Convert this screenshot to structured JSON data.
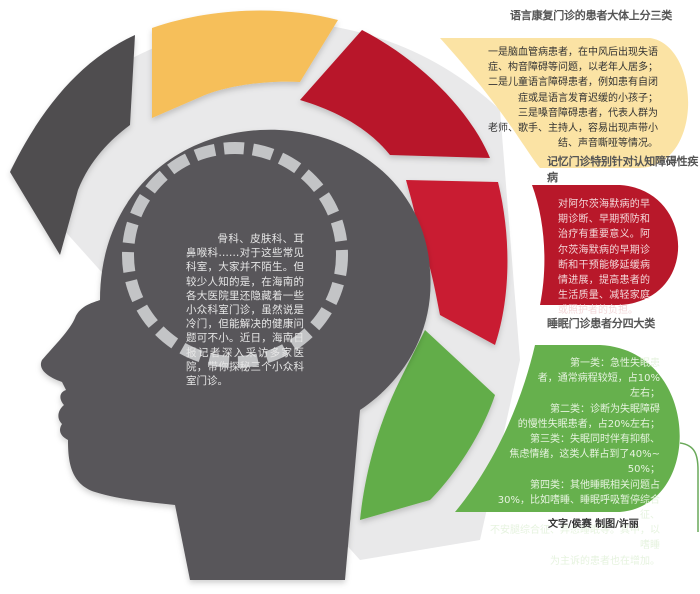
{
  "infographic": {
    "colors": {
      "head_gray": "#59575a",
      "segment_dark_gray": "#4f4d50",
      "segment_yellow": "#f6bf5a",
      "segment_red_top": "#b81729",
      "segment_red_mid": "#c91d30",
      "segment_green": "#62ad4a",
      "panel_yellow": "#fbe3a4",
      "panel_red": "#b8182a",
      "panel_green": "#66b04d",
      "arrow_light_gray": "#c3c4c6",
      "divider_gray": "#dcdcdc"
    },
    "intro": {
      "icon": "circular-dashed-arrows-icon",
      "text": "骨科、皮肤科、耳鼻喉科……对于这些常见科室，大家并不陌生。但较少人知的是，在海南的各大医院里还隐藏着一些小众科室门诊，虽然说是冷门，但能解决的健康问题可不小。近日，海南日报记者深入采访多家医院，带你探秘三个小众科室门诊。"
    },
    "sections": [
      {
        "heading": "语言康复门诊的患者大体上分三类",
        "lines": [
          "一是脑血管病患者，在中风后出现失语",
          "症、构音障碍等问题，以老年人居多；",
          "二是儿童语言障碍患者，例如患有自闭",
          "症或是语言发育迟缓的小孩子；",
          "三是嗓音障碍患者，代表人群为",
          "老师、歌手、主持人，容易出现声带小",
          "结、声音嘶哑等情况。"
        ]
      },
      {
        "heading": "记忆门诊特别针对认知障碍性疾病",
        "text": "对阿尔茨海默病的早期诊断、早期预防和治疗有重要意义。阿尔茨海默病的早期诊断和干预能够延缓病情进展，提高患者的生活质量、减轻家庭或照护者的负担。"
      },
      {
        "heading": "睡眠门诊患者分四大类",
        "lines": [
          "第一类：急性失眠患",
          "者，通常病程较短，占10%",
          "左右；",
          "第二类：诊断为失眠障碍",
          "的慢性失眠患者，占20%左右；",
          "第三类：失眠同时伴有抑郁、",
          "焦虑情绪，这类人群占到了40%~",
          "50%；",
          "第四类：其他睡眠相关问题占",
          "30%，比如嗜睡、睡眠呼吸暂停综合征、",
          "不安腿综合征、异态睡眠等。其中，以嗜睡",
          "为主诉的患者也在增加。"
        ]
      }
    ],
    "credit": "文字/侯赛 制图/许丽"
  }
}
